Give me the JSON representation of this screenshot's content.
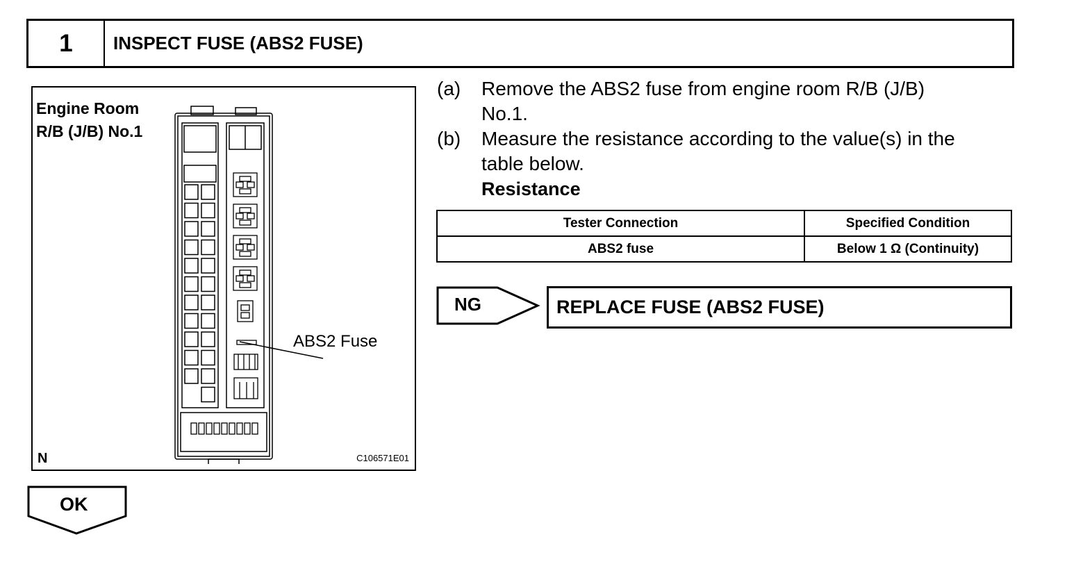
{
  "step": {
    "number": "1",
    "title": "INSPECT FUSE (ABS2 FUSE)"
  },
  "illustration": {
    "label_line1": "Engine Room",
    "label_line2": "R/B (J/B) No.1",
    "callout": "ABS2 Fuse",
    "corner_mark": "N",
    "figure_code": "C106571E01"
  },
  "instructions": [
    {
      "marker": "(a)",
      "line1": "Remove the ABS2 fuse from engine room R/B (J/B)",
      "line2": "No.1."
    },
    {
      "marker": "(b)",
      "line1": "Measure the resistance according to the value(s) in the",
      "line2": "table below."
    }
  ],
  "resistance_heading": "Resistance",
  "table": {
    "headers": [
      "Tester Connection",
      "Specified Condition"
    ],
    "rows": [
      [
        "ABS2 fuse",
        "Below 1 Ω (Continuity)"
      ]
    ]
  },
  "ng_branch": {
    "label": "NG",
    "action": "REPLACE FUSE (ABS2 FUSE)"
  },
  "ok_branch": {
    "label": "OK"
  }
}
